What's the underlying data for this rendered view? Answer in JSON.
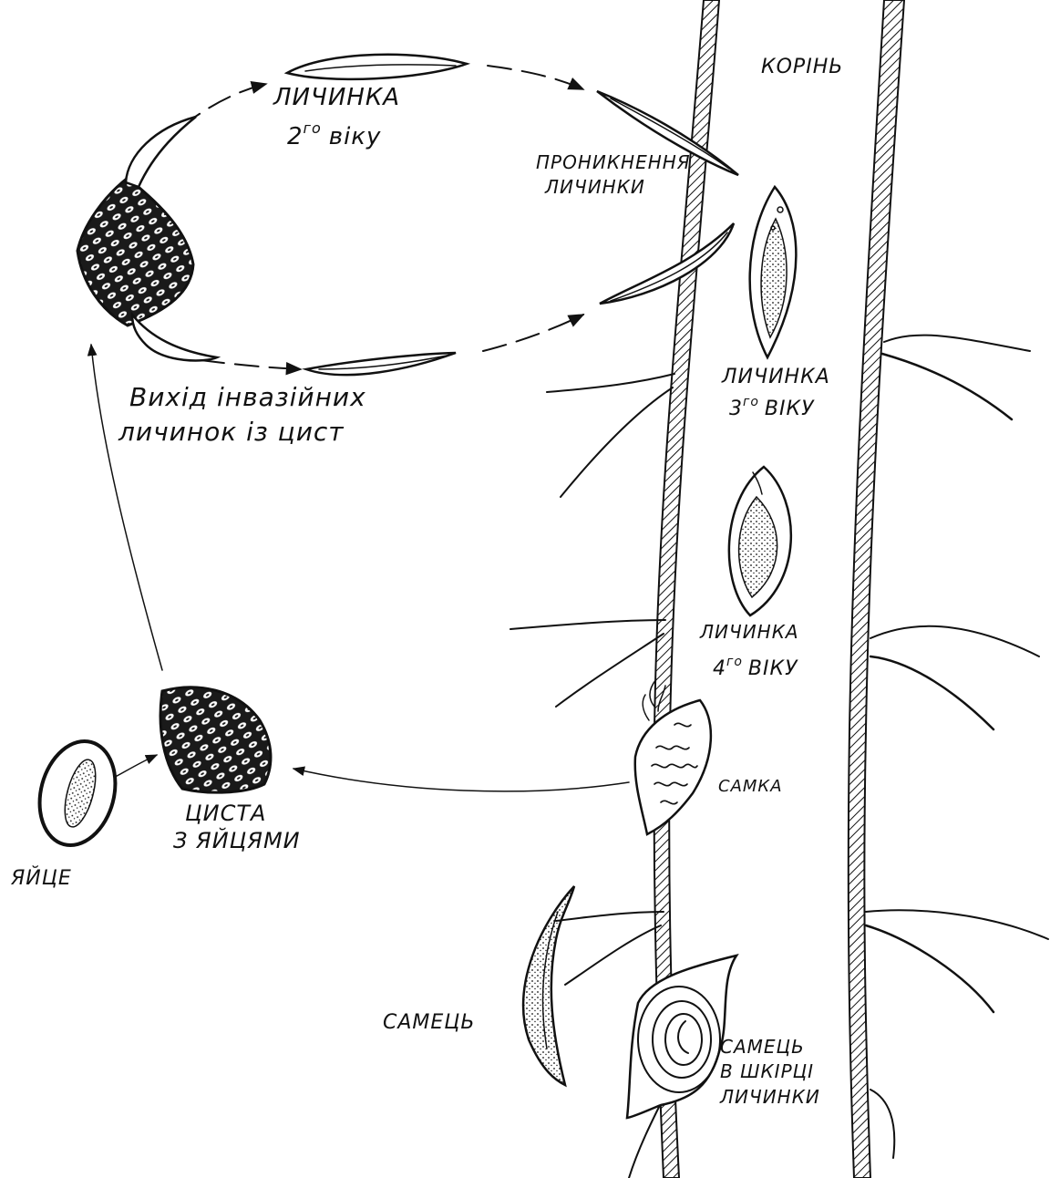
{
  "labels": {
    "root": "КОРІНЬ",
    "larva2_line1": "ЛИЧИНКА",
    "larva2_line2a": "2",
    "larva2_line2b": "го",
    "larva2_line2c": "віку",
    "penetration_line1": "ПРОНИКНЕННЯ",
    "penetration_line2": "ЛИЧИНКИ",
    "exit_line1": "Вихід інвазійних",
    "exit_line2": "личинок із цист",
    "larva3_line1": "ЛИЧИНКА",
    "larva3_line2a": "3",
    "larva3_line2b": "го",
    "larva3_line2c": "ВІКУ",
    "larva4_line1": "ЛИЧИНКА",
    "larva4_line2a": "4",
    "larva4_line2b": "го",
    "larva4_line2c": "ВІКУ",
    "female": "САМКА",
    "cyst_line1": "ЦИСТА",
    "cyst_line2": "З ЯЙЦЯМИ",
    "egg": "ЯЙЦЕ",
    "male": "САМЕЦЬ",
    "male_in_skin_line1": "САМЕЦЬ",
    "male_in_skin_line2": "В ШКІРЦІ",
    "male_in_skin_line3": "ЛИЧИНКИ"
  },
  "colors": {
    "ink": "#111111",
    "background": "#ffffff"
  }
}
